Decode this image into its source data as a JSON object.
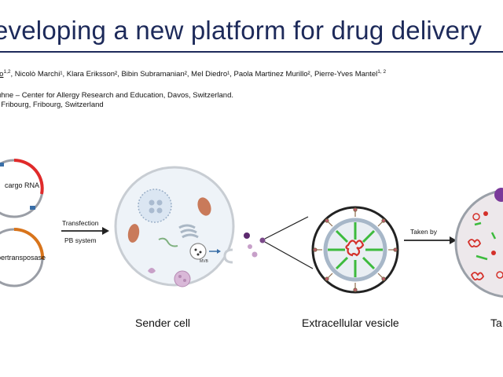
{
  "title": "eveloping a new platform for drug delivery",
  "authors": {
    "first": "ro",
    "first_sup": "1,2",
    "rest": ", Nicolò Marchi¹, Klara Eriksson², Bibin Subramanian², Mel Diedro¹, Paola Martinez Murillo², Pierre-Yves Mantel",
    "last_sup": "1, 2"
  },
  "affiliations": [
    "ühne – Center for Allergy Research and Education, Davos, Switzerland.",
    "f Fribourg, Fribourg, Switzerland"
  ],
  "plasmids": {
    "cargo": "cargo RNA",
    "transposase": "pertransposase"
  },
  "arrows": {
    "transfection": "Transfection",
    "system": "PB system",
    "taken_by": "Taken by"
  },
  "captions": {
    "sender": "Sender cell",
    "vesicle": "Extracellular vesicle",
    "target": "Ta"
  },
  "small_labels": {
    "mvb": "MVB"
  },
  "colors": {
    "title": "#1d2a5a",
    "plasmid_ring": "#9a9ea6",
    "cargo_segment": "#e02a2a",
    "transposase_segment": "#d8741b",
    "marker": "#3a6fa8",
    "cell_fill": "#eef3f8",
    "vesicle_rna": "#d4302a",
    "vesicle_spokes": "#3dbb3d",
    "ev_purple": "#5c2a6e"
  }
}
